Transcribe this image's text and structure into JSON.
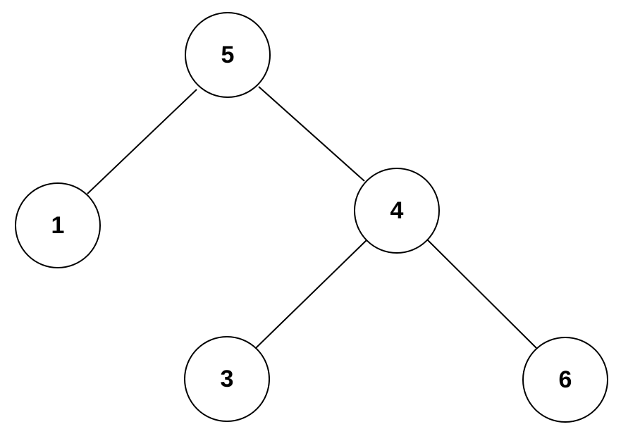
{
  "tree": {
    "nodes": [
      {
        "id": "n5",
        "label": "5"
      },
      {
        "id": "n1",
        "label": "1"
      },
      {
        "id": "n4",
        "label": "4"
      },
      {
        "id": "n3",
        "label": "3"
      },
      {
        "id": "n6",
        "label": "6"
      }
    ],
    "edges": [
      {
        "from": "n5",
        "to": "n1"
      },
      {
        "from": "n5",
        "to": "n4"
      },
      {
        "from": "n4",
        "to": "n3"
      },
      {
        "from": "n4",
        "to": "n6"
      }
    ]
  }
}
